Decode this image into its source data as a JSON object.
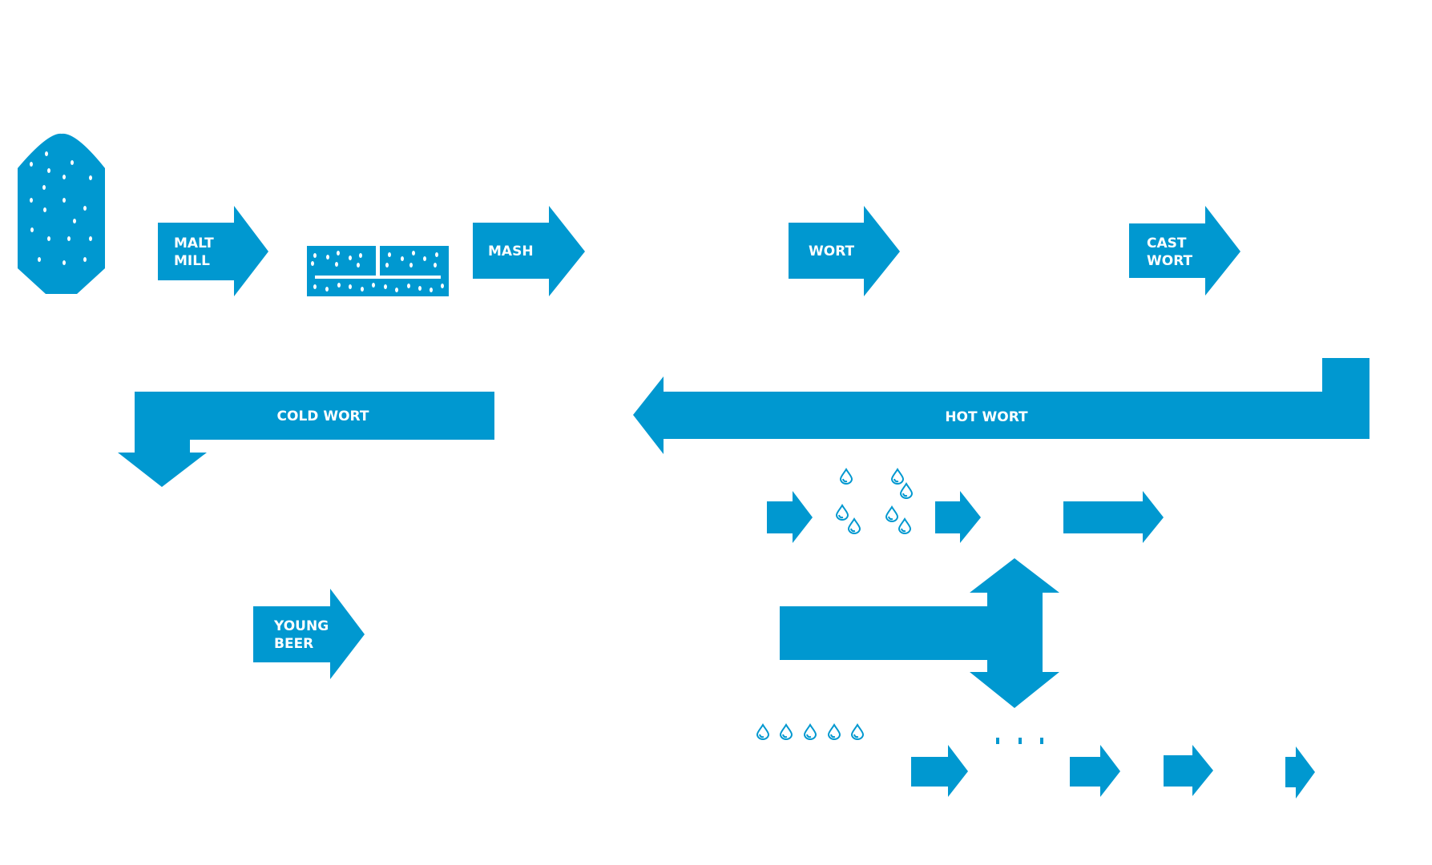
{
  "colors": {
    "primary": "#0098D0",
    "label": "#ffffff",
    "background": "#ffffff"
  },
  "labels": {
    "malt_mill": [
      "MALT",
      "MILL"
    ],
    "mash": "MASH",
    "wort": "WORT",
    "cast_wort": [
      "CAST",
      "WORT"
    ],
    "hot_wort": "HOT WORT",
    "cold_wort": "COLD WORT",
    "young_beer": [
      "YOUNG",
      "BEER"
    ]
  },
  "icons": {
    "silo": "grain-silo-icon",
    "mash_tray": "mash-tun-icon",
    "drop": "water-drop-icon",
    "tick": "tick-mark"
  }
}
